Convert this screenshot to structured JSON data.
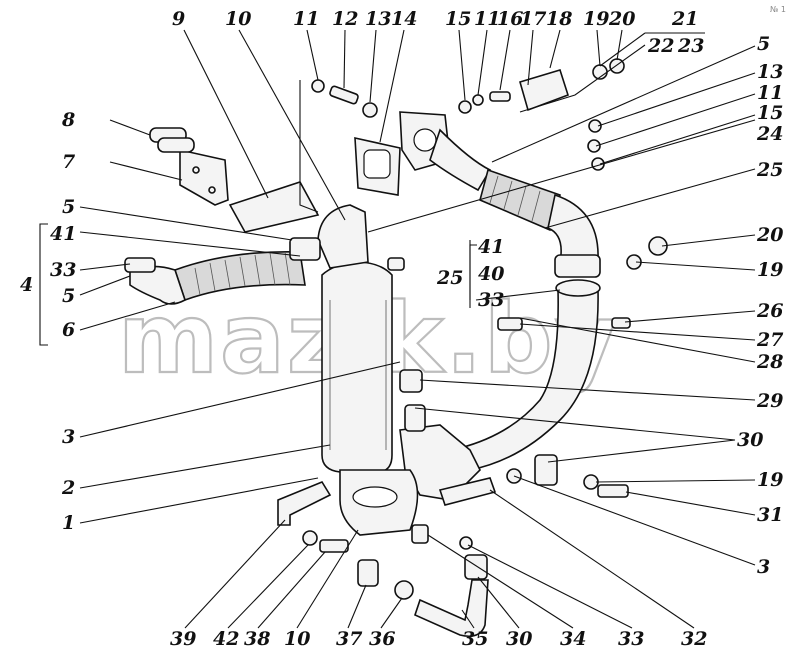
{
  "watermark": "mazik.by",
  "corner_mark": "№ 1",
  "callouts": {
    "top_row": [
      "9",
      "10",
      "11",
      "12",
      "13",
      "14",
      "15",
      "11",
      "16",
      "17",
      "18",
      "19",
      "20",
      "21"
    ],
    "sub_21": [
      "22",
      "23"
    ],
    "right": [
      "5",
      "13",
      "11",
      "15",
      "24",
      "25",
      "20",
      "19",
      "26",
      "27",
      "28",
      "29",
      "30",
      "19",
      "31",
      "3"
    ],
    "left": [
      "8",
      "7",
      "5",
      "41",
      "33",
      "5",
      "6",
      "4",
      "3",
      "2",
      "1"
    ],
    "mid_group": [
      "41",
      "40",
      "33",
      "25"
    ],
    "bottom_row": [
      "39",
      "42",
      "38",
      "10",
      "37",
      "36",
      "35",
      "30",
      "34",
      "33",
      "32"
    ]
  }
}
